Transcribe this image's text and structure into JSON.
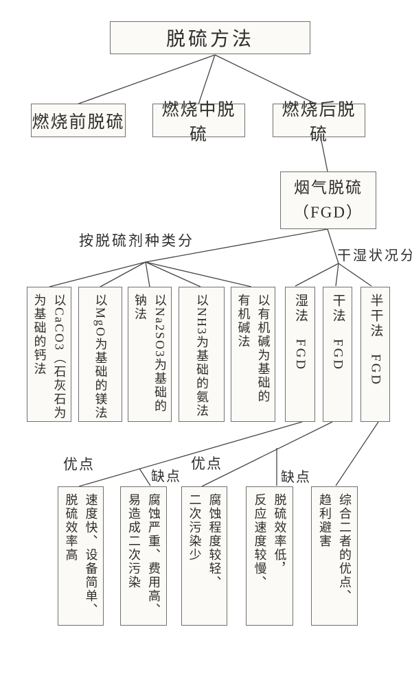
{
  "title": "脱硫方法",
  "level2": [
    {
      "label": "燃烧前脱硫"
    },
    {
      "label": "燃烧中脱硫"
    },
    {
      "label": "燃烧后脱硫"
    }
  ],
  "fgd": {
    "line1": "烟气脱硫",
    "line2": "（FGD）"
  },
  "branch_labels": {
    "by_agent": "按脱硫剂种类分",
    "by_condition": "干湿状况分"
  },
  "methods": [
    {
      "name": "calcium-method",
      "columns": [
        "以CaCO3（石灰石为",
        "为基础的钙法"
      ]
    },
    {
      "name": "magnesium-method",
      "columns": [
        "以MgO为基础的镁法"
      ]
    },
    {
      "name": "sodium-method",
      "columns": [
        "以Na2SO3为基础的",
        "钠法"
      ]
    },
    {
      "name": "ammonia-method",
      "columns": [
        "以NH3为基础的氨法"
      ]
    },
    {
      "name": "organic-method",
      "columns": [
        "以有机碱为基础的",
        "有机碱法"
      ]
    },
    {
      "name": "wet-fgd",
      "columns": [
        "湿法　FGD"
      ]
    },
    {
      "name": "dry-fgd",
      "columns": [
        "干法　FGD"
      ]
    },
    {
      "name": "semi-dry-fgd",
      "columns": [
        "半干法　FGD"
      ]
    }
  ],
  "pro_con_labels": [
    {
      "text": "优点"
    },
    {
      "text": "缺点"
    },
    {
      "text": "优点"
    },
    {
      "text": "缺点"
    }
  ],
  "outcomes": [
    {
      "columns": [
        "速度快、设备简单、",
        "脱硫效率高"
      ]
    },
    {
      "columns": [
        "腐蚀严重、费用高、",
        "易造成二次污染"
      ]
    },
    {
      "columns": [
        "腐蚀程度较轻、",
        "二次污染少"
      ]
    },
    {
      "columns": [
        "脱硫效率低，",
        "反应速度较慢、"
      ]
    },
    {
      "columns": [
        "综合二者的优点、",
        "趋利避害"
      ]
    }
  ],
  "colors": {
    "background": "#ffffff",
    "box_fill": "#fbfaf6",
    "border": "#707070",
    "line": "#454545",
    "text": "#2e2e2e"
  }
}
